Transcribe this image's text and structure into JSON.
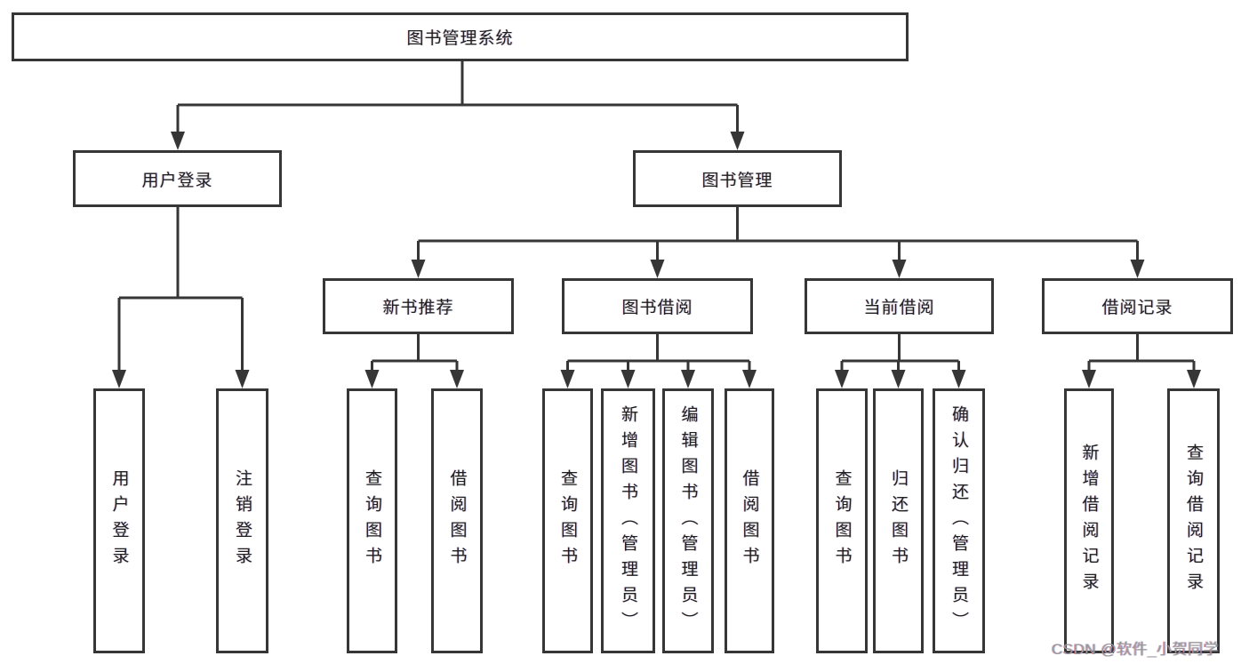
{
  "tree": {
    "label": "图书管理系统",
    "children": [
      {
        "label": "用户登录",
        "children": [
          {
            "label": "用户登录"
          },
          {
            "label": "注销登录"
          }
        ]
      },
      {
        "label": "图书管理",
        "children": [
          {
            "label": "新书推荐",
            "children": [
              {
                "label": "查询图书"
              },
              {
                "label": "借阅图书"
              }
            ]
          },
          {
            "label": "图书借阅",
            "children": [
              {
                "label": "查询图书"
              },
              {
                "label": "新增图书（管理员）"
              },
              {
                "label": "编辑图书（管理员）"
              },
              {
                "label": "借阅图书"
              }
            ]
          },
          {
            "label": "当前借阅",
            "children": [
              {
                "label": "查询图书"
              },
              {
                "label": "归还图书"
              },
              {
                "label": "确认归还（管理员）"
              }
            ]
          },
          {
            "label": "借阅记录",
            "children": [
              {
                "label": "新增借阅记录"
              },
              {
                "label": "查询借阅记录"
              }
            ]
          }
        ]
      }
    ]
  },
  "watermark": "CSDN @软件_小贺同学",
  "colors": {
    "line": "#363636",
    "text": "#1f1f1f",
    "watermark": "#9a9a9e",
    "background": "#ffffff"
  }
}
